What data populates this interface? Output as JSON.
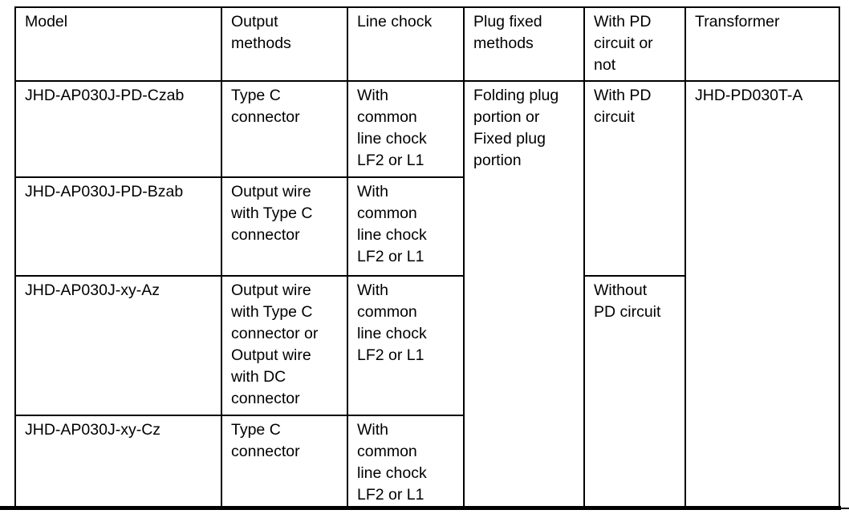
{
  "table": {
    "headers": [
      "Model",
      "Output methods",
      "Line chock",
      "Plug fixed methods",
      "With PD circuit or not",
      "Transformer"
    ],
    "rows": [
      {
        "model": "JHD-AP030J-PD-Czab",
        "output_methods": "Type C connector",
        "line_chock": "With common line chock LF2 or L1"
      },
      {
        "model": "JHD-AP030J-PD-Bzab",
        "output_methods": "Output wire with Type C connector",
        "line_chock": "With common line chock LF2 or L1"
      },
      {
        "model": "JHD-AP030J-xy-Az",
        "output_methods": "Output wire with Type C connector or Output wire with DC connector",
        "line_chock": "With common line chock LF2 or L1"
      },
      {
        "model": "JHD-AP030J-xy-Cz",
        "output_methods": "Type C connector",
        "line_chock": "With common line chock LF2 or L1"
      }
    ],
    "plug_fixed_methods": "Folding plug portion or Fixed plug portion",
    "pd_circuit_groups": [
      {
        "label": "With PD circuit"
      },
      {
        "label": "Without PD circuit"
      }
    ],
    "transformer": "JHD-PD030T-A"
  },
  "colors": {
    "border": "#000000",
    "text": "#000000",
    "background": "#ffffff"
  }
}
